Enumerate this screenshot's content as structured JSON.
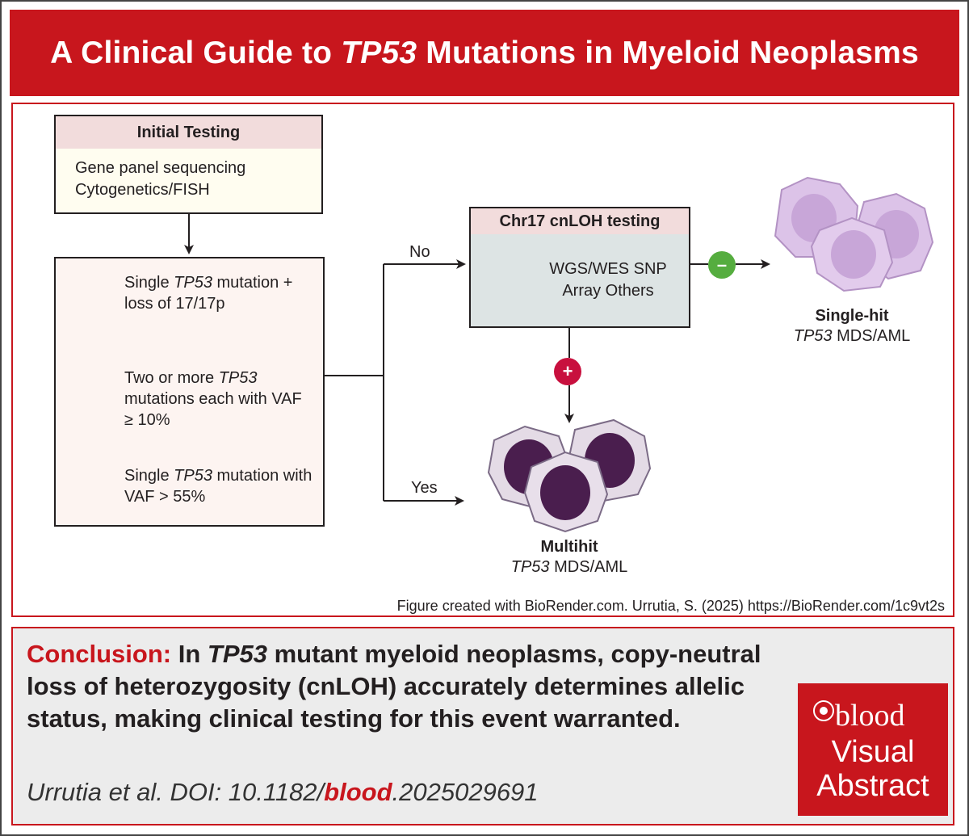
{
  "header": {
    "title_pre": "A Clinical Guide to ",
    "title_italic": "TP53",
    "title_post": " Mutations in Myeloid Neoplasms"
  },
  "initial_testing": {
    "heading": "Initial Testing",
    "line1": "Gene panel sequencing",
    "line2": "Cytogenetics/FISH"
  },
  "criteria": [
    {
      "pre": "Single ",
      "gene": "TP53",
      "post": " mutation + loss of 17/17p"
    },
    {
      "pre": "Two or more ",
      "gene": "TP53",
      "post": " mutations each with VAF ≥ 10%"
    },
    {
      "pre": "Single ",
      "gene": "TP53",
      "post": " mutation with VAF > 55%"
    }
  ],
  "cnloh": {
    "heading": "Chr17 cnLOH testing",
    "methods": "WGS/WES SNP Array Others"
  },
  "branches": {
    "no": "No",
    "yes": "Yes",
    "minus": "–",
    "plus": "+"
  },
  "outcomes": {
    "single_hit": {
      "title": "Single-hit",
      "gene": "TP53",
      "disease": " MDS/AML"
    },
    "multihit": {
      "title": "Multihit",
      "gene": "TP53",
      "disease": " MDS/AML"
    }
  },
  "credit": "Figure created with BioRender.com. Urrutia, S. (2025) https://BioRender.com/1c9vt2s",
  "conclusion": {
    "label": "Conclusion:",
    "pre": " In ",
    "gene": "TP53",
    "post": " mutant myeloid neoplasms, copy-neutral loss of heterozygosity (cnLOH) accurately determines allelic status, making clinical testing for this event warranted."
  },
  "citation": {
    "pre": "Urrutia et al. DOI: 10.1182/",
    "journal": "blood",
    "post": ".2025029691"
  },
  "badge": {
    "journal": "blood",
    "line1": "Visual",
    "line2": "Abstract"
  },
  "colors": {
    "brand_red": "#c8161d",
    "teal": "#1a8f8f",
    "pink": "#f0a3a8",
    "plus_red": "#c8103e",
    "minus_green": "#55ad3f",
    "cell_lavender": "#dcc3e8",
    "cell_purple": "#4a1e4e"
  }
}
